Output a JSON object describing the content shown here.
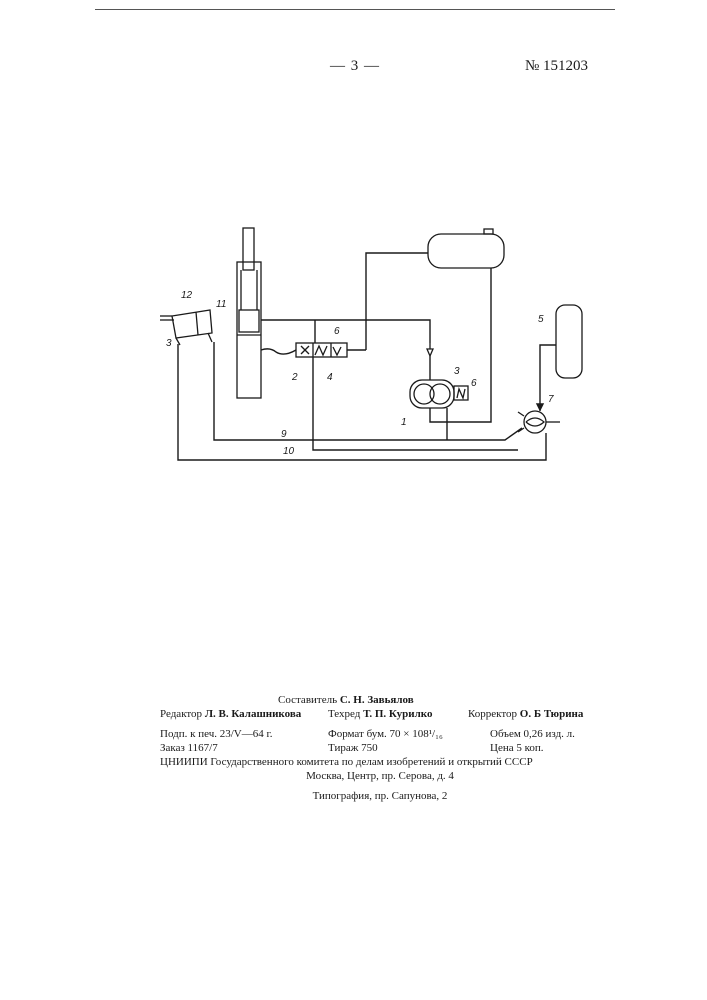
{
  "header": {
    "page_number": "— 3 —",
    "patent_number": "№ 151203"
  },
  "diagram": {
    "labels": {
      "l1": "1",
      "l2": "2",
      "l3a": "3",
      "l3b": "3",
      "l4": "4",
      "l5": "5",
      "l6a": "6",
      "l6b": "6",
      "l7": "7",
      "l9": "9",
      "l10": "10",
      "l11": "11",
      "l12": "12"
    }
  },
  "imprint": {
    "compiler_label": "Составитель",
    "compiler_name": "С. Н. Завьялов",
    "editor_label": "Редактор",
    "editor_name": "Л. В. Калашникова",
    "tech_label": "Техред",
    "tech_name": "Т. П. Курилко",
    "corrector_label": "Корректор",
    "corrector_name": "О. Б Тюрина",
    "sign": "Подп. к печ. 23/V—64 г.",
    "format": "Формат бум. 70 × 108¹/₁₆",
    "volume": "Объем 0,26 изд. л.",
    "order": "Заказ 1167/7",
    "circulation": "Тираж 750",
    "price": "Цена 5 коп.",
    "institute": "ЦНИИПИ Государственного комитета по делам изобретений и открытий СССР",
    "address": "Москва, Центр, пр. Серова, д. 4",
    "printer": "Типография, пр. Сапунова, 2"
  }
}
